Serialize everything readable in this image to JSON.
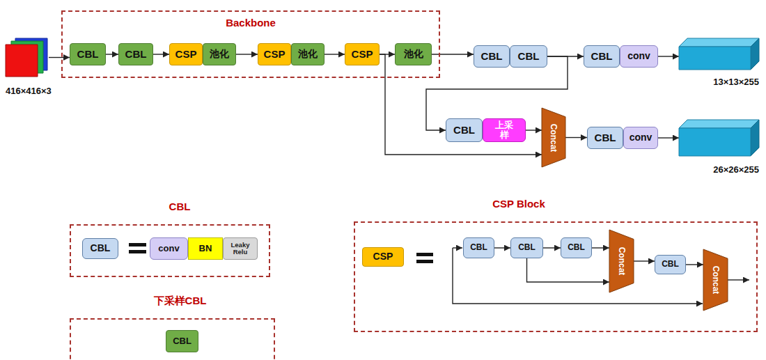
{
  "diagram": {
    "nodes": [
      {
        "text": [
          "416×416×3"
        ]
      },
      {
        "text": [
          "Backbone"
        ]
      },
      {
        "text": [
          "CBL"
        ],
        "in": 1
      },
      {
        "text": [
          "CBL"
        ],
        "in": 1
      },
      {
        "text": [
          "CSP"
        ],
        "in": 1
      },
      {
        "text": [
          "池化"
        ],
        "in": 1
      },
      {
        "text": [
          "CSP"
        ],
        "in": 1
      },
      {
        "text": [
          "池化"
        ],
        "in": 1
      },
      {
        "text": [
          "CSP"
        ],
        "in": 1
      },
      {
        "text": [
          "池化"
        ],
        "in": 1
      },
      {
        "text": [
          "CBL"
        ]
      },
      {
        "text": [
          "CBL"
        ]
      },
      {
        "text": [
          "CBL"
        ]
      },
      {
        "text": [
          "conv"
        ]
      },
      {
        "text": [
          "13×13×255"
        ]
      },
      {
        "text": [
          "CBL"
        ]
      },
      {
        "text": [
          "上采样"
        ]
      },
      {
        "text": [
          "Concat"
        ]
      },
      {
        "text": [
          "CBL"
        ]
      },
      {
        "text": [
          "conv"
        ]
      },
      {
        "text": [
          "26×26×255"
        ]
      },
      {
        "text": [
          "CBL"
        ]
      },
      {
        "text": [
          "CBL"
        ],
        "in": 21
      },
      {
        "text": [
          "conv"
        ],
        "in": 21
      },
      {
        "text": [
          "BN"
        ],
        "in": 21
      },
      {
        "text": [
          "Leaky Relu"
        ],
        "in": 21
      },
      {
        "text": [
          "CSP Block"
        ]
      },
      {
        "text": [
          "CSP"
        ],
        "in": 26
      },
      {
        "text": [
          "CBL"
        ],
        "in": 26
      },
      {
        "text": [
          "CBL"
        ],
        "in": 26
      },
      {
        "text": [
          "CBL"
        ],
        "in": 26
      },
      {
        "text": [
          "Concat"
        ],
        "in": 26
      },
      {
        "text": [
          "CBL"
        ],
        "in": 26
      },
      {
        "text": [
          "Concat"
        ],
        "in": 26
      },
      {
        "text": [
          "下采样CBL"
        ]
      },
      {
        "text": [
          "CBL"
        ],
        "in": 34
      }
    ],
    "edges": [
      {
        "from": 0,
        "to": 2,
        "arrow": "to"
      },
      {
        "from": 2,
        "to": 3,
        "arrow": "to"
      },
      {
        "from": 3,
        "to": 4,
        "arrow": "to"
      },
      {
        "from": 5,
        "to": 6,
        "arrow": "to"
      },
      {
        "from": 7,
        "to": 8,
        "arrow": "to"
      },
      {
        "from": 8,
        "to": 9,
        "arrow": "to"
      },
      {
        "from": 9,
        "to": 10,
        "arrow": "to"
      },
      {
        "from": 11,
        "to": 12,
        "arrow": "to"
      },
      {
        "from": 13,
        "to": 14,
        "arrow": "to"
      },
      {
        "from": 11,
        "to": 15,
        "arrow": "to"
      },
      {
        "from": 16,
        "to": 17,
        "arrow": "to"
      },
      {
        "from": 8,
        "to": 17,
        "arrow": "to"
      },
      {
        "from": 17,
        "to": 18,
        "arrow": "to"
      },
      {
        "from": 19,
        "to": 20,
        "arrow": "to"
      },
      {
        "from": 28,
        "to": 29,
        "arrow": "to"
      },
      {
        "from": 29,
        "to": 30,
        "arrow": "to"
      },
      {
        "from": 30,
        "to": 31,
        "arrow": "to"
      },
      {
        "from": 29,
        "to": 31,
        "arrow": "to"
      },
      {
        "from": 31,
        "to": 32,
        "arrow": "to"
      },
      {
        "from": 32,
        "to": 33,
        "arrow": "to"
      }
    ]
  }
}
